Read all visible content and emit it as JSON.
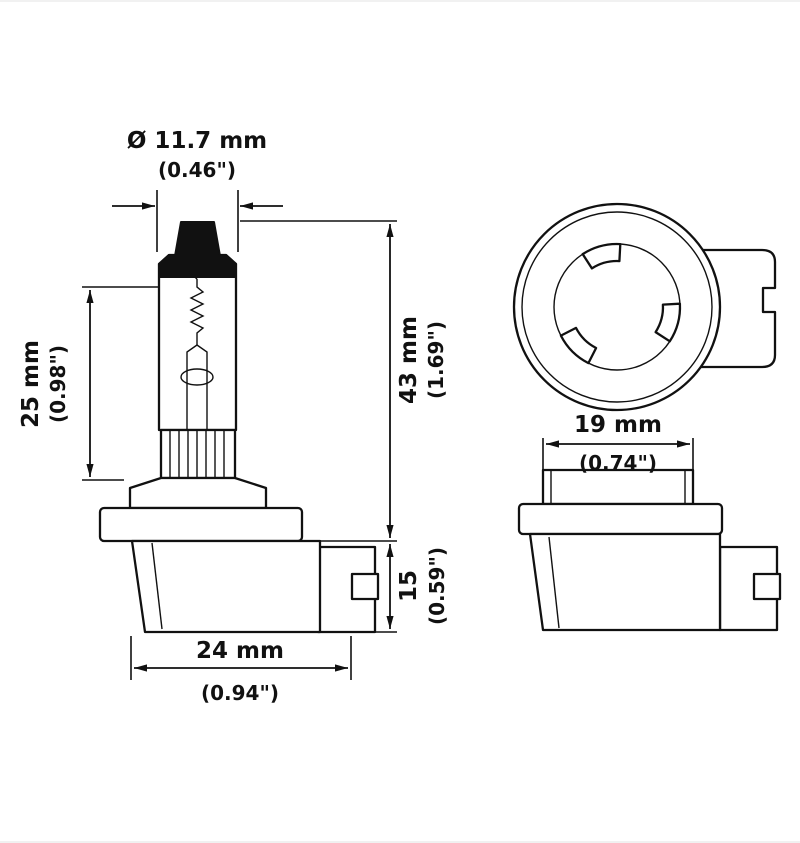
{
  "colors": {
    "ink": "#111111",
    "background": "#ffffff"
  },
  "dims": {
    "diameter_mm": "Ø 11.7 mm",
    "diameter_in": "(0.46\")",
    "glass_length_mm": "25 mm",
    "glass_length_in": "(0.98\")",
    "overall_length_mm": "43 mm",
    "overall_length_in": "(1.69\")",
    "base_height_mm": "15",
    "base_height_in": "(0.59\")",
    "base_width_mm": "24 mm",
    "base_width_in": "(0.94\")",
    "collar_width_mm": "19 mm",
    "collar_width_in": "(0.74\")"
  }
}
